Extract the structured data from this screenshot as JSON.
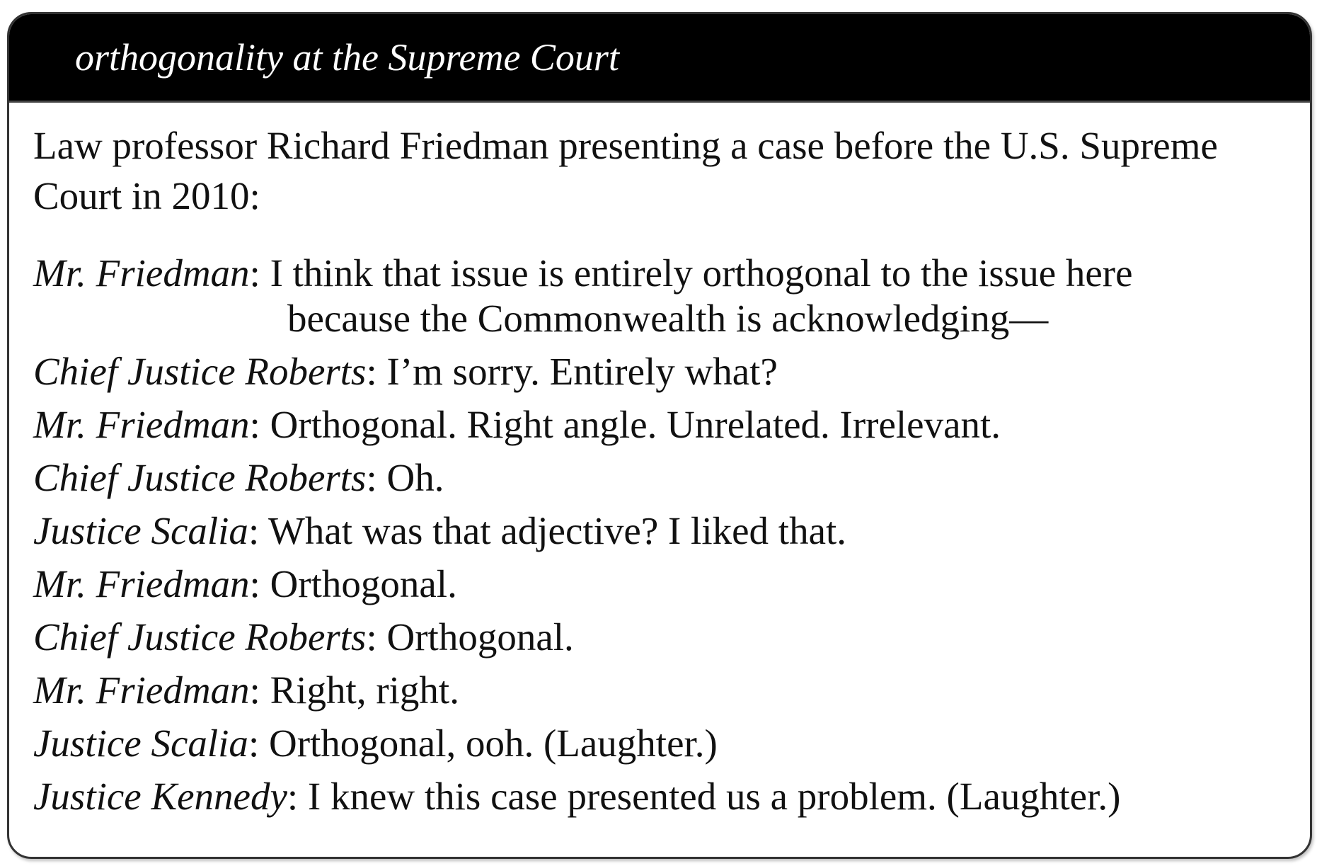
{
  "title": "orthogonality at the Supreme Court",
  "intro": {
    "line1": "Law professor Richard Friedman presenting a case before the U.S. Supreme",
    "line2": "Court in 2010:"
  },
  "dialogue": [
    {
      "speaker": "Mr. Friedman",
      "text": "I think that issue is entirely orthogonal to the issue here",
      "continuation": "because the Commonwealth is acknowledging—"
    },
    {
      "speaker": "Chief Justice Roberts",
      "text": "I’m sorry. Entirely what?"
    },
    {
      "speaker": "Mr. Friedman",
      "text": "Orthogonal. Right angle. Unrelated. Irrelevant."
    },
    {
      "speaker": "Chief Justice Roberts",
      "text": "Oh."
    },
    {
      "speaker": "Justice Scalia",
      "text": "What was that adjective? I liked that."
    },
    {
      "speaker": "Mr. Friedman",
      "text": "Orthogonal."
    },
    {
      "speaker": "Chief Justice Roberts",
      "text": "Orthogonal."
    },
    {
      "speaker": "Mr. Friedman",
      "text": "Right, right."
    },
    {
      "speaker": "Justice Scalia",
      "text": "Orthogonal, ooh. (Laughter.)"
    },
    {
      "speaker": "Justice Kennedy",
      "text": "I knew this case presented us a problem. (Laughter.)"
    }
  ],
  "separator": ": "
}
